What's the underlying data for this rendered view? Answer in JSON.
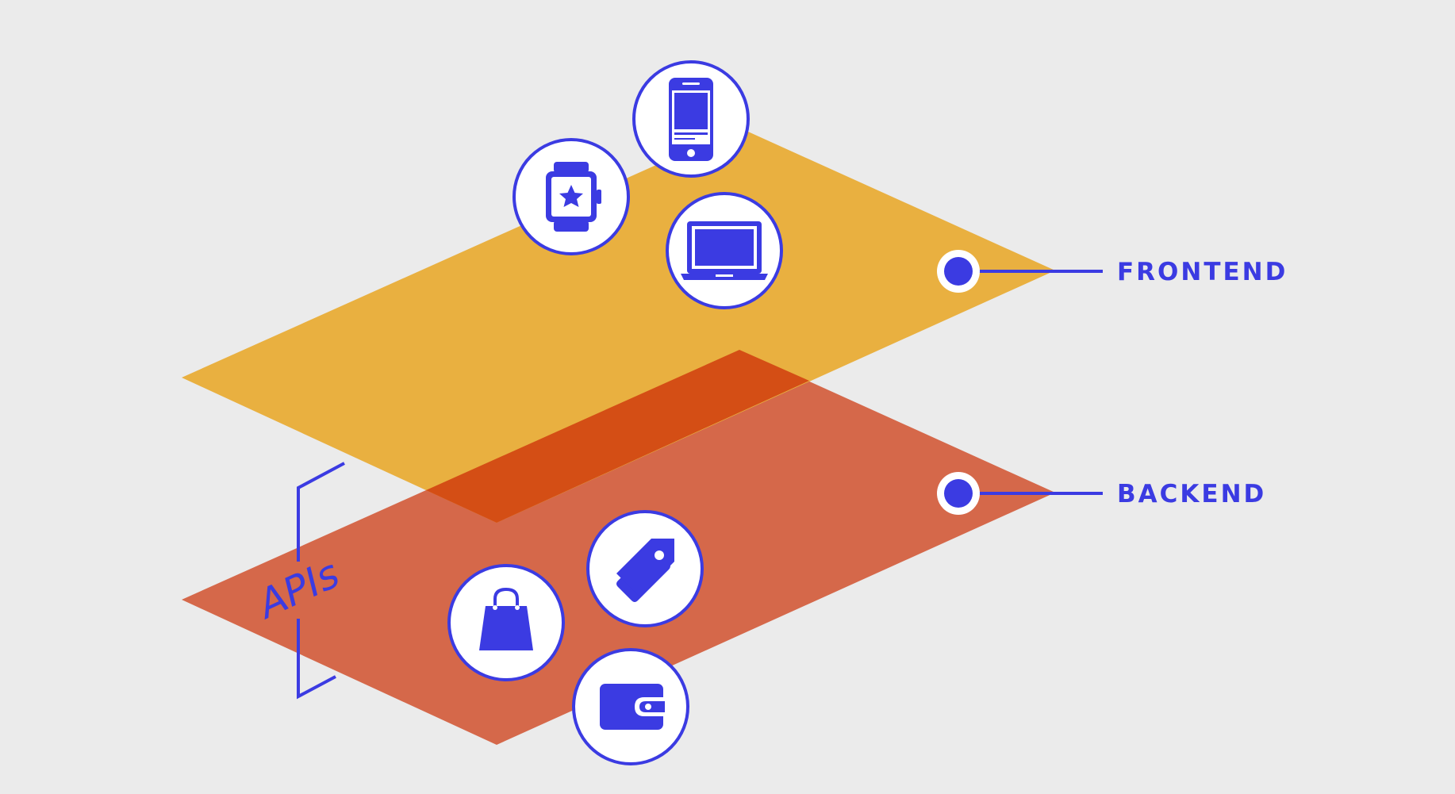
{
  "colors": {
    "background": "#ebebeb",
    "frontend_plane": "#e9b040",
    "backend_plane": "#d5684a",
    "overlap": "#d44e15",
    "accent": "#3b3be2",
    "icon_bg": "#ffffff"
  },
  "layers": {
    "frontend": {
      "label": "FRONTEND",
      "icons": [
        "smartphone-icon",
        "smartwatch-icon",
        "laptop-icon"
      ]
    },
    "backend": {
      "label": "BACKEND",
      "icons": [
        "price-tag-icon",
        "shopping-bag-icon",
        "wallet-icon"
      ]
    }
  },
  "apis": {
    "label": "APIs"
  }
}
